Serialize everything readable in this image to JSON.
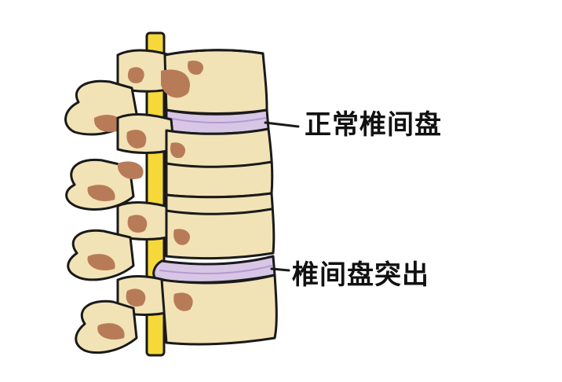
{
  "labels": {
    "normal_disc": "正常椎间盘",
    "herniated_disc": "椎间盘突出"
  },
  "colors": {
    "bone": "#F2E3B6",
    "bone_dark": "#E6D3A0",
    "bone_spot": "#B87B58",
    "disc": "#D8C6E6",
    "disc_dark": "#B79AD0",
    "spinal_cord": "#F6D83A",
    "outline": "#1A1A1A",
    "background": "#FFFFFF"
  },
  "structure": {
    "vertebrae": [
      "vertebra-1",
      "vertebra-2",
      "vertebra-3"
    ],
    "discs": [
      "normal-disc",
      "herniated-disc"
    ]
  }
}
